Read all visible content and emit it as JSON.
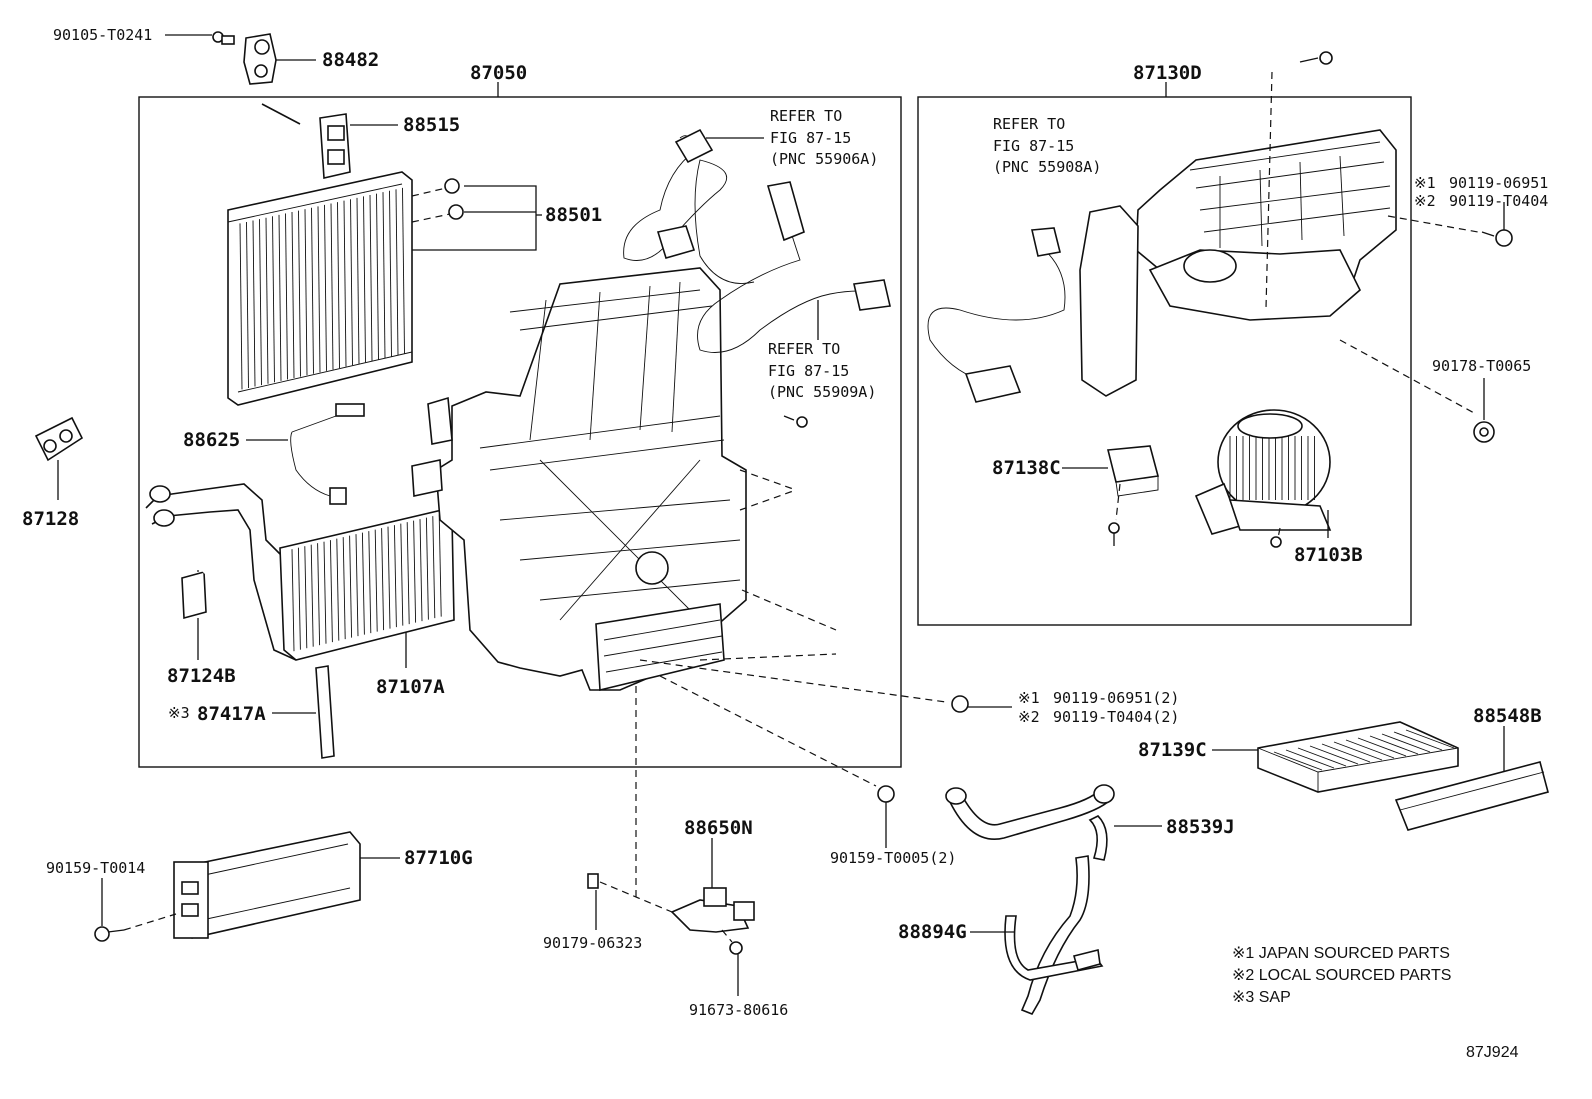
{
  "labels": {
    "l90105": "90105-T0241",
    "l88482": "88482",
    "l87050": "87050",
    "l88515": "88515",
    "l88501": "88501",
    "l88625": "88625",
    "l87128": "87128",
    "l87124B": "87124B",
    "l87107A": "87107A",
    "l87417A": "87417A",
    "l87130D": "87130D",
    "l87138C": "87138C",
    "l87103B": "87103B",
    "l90178": "90178-T0065",
    "l90119a1": "90119-06951",
    "l90119a2": "90119-T0404",
    "l90119b1": "90119-06951(2)",
    "l90119b2": "90119-T0404(2)",
    "l87139C": "87139C",
    "l88548B": "88548B",
    "l88539J": "88539J",
    "l88894G": "88894G",
    "l90159a": "90159-T0005(2)",
    "l88650N": "88650N",
    "l90179": "90179-06323",
    "l91673": "91673-80616",
    "l90159b": "90159-T0014",
    "l87710G": "87710G",
    "fig": "87J924"
  },
  "refs": {
    "r1": [
      "REFER TO",
      "FIG 87-15",
      "(PNC 55906A)"
    ],
    "r2": [
      "REFER TO",
      "FIG 87-15",
      "(PNC 55909A)"
    ],
    "r3": [
      "REFER TO",
      "FIG 87-15",
      "(PNC 55908A)"
    ]
  },
  "marks": {
    "m1": "※1",
    "m2": "※2",
    "m3": "※3"
  },
  "legend": [
    "※1 JAPAN SOURCED PARTS",
    "※2 LOCAL SOURCED PARTS",
    "※3 SAP"
  ]
}
